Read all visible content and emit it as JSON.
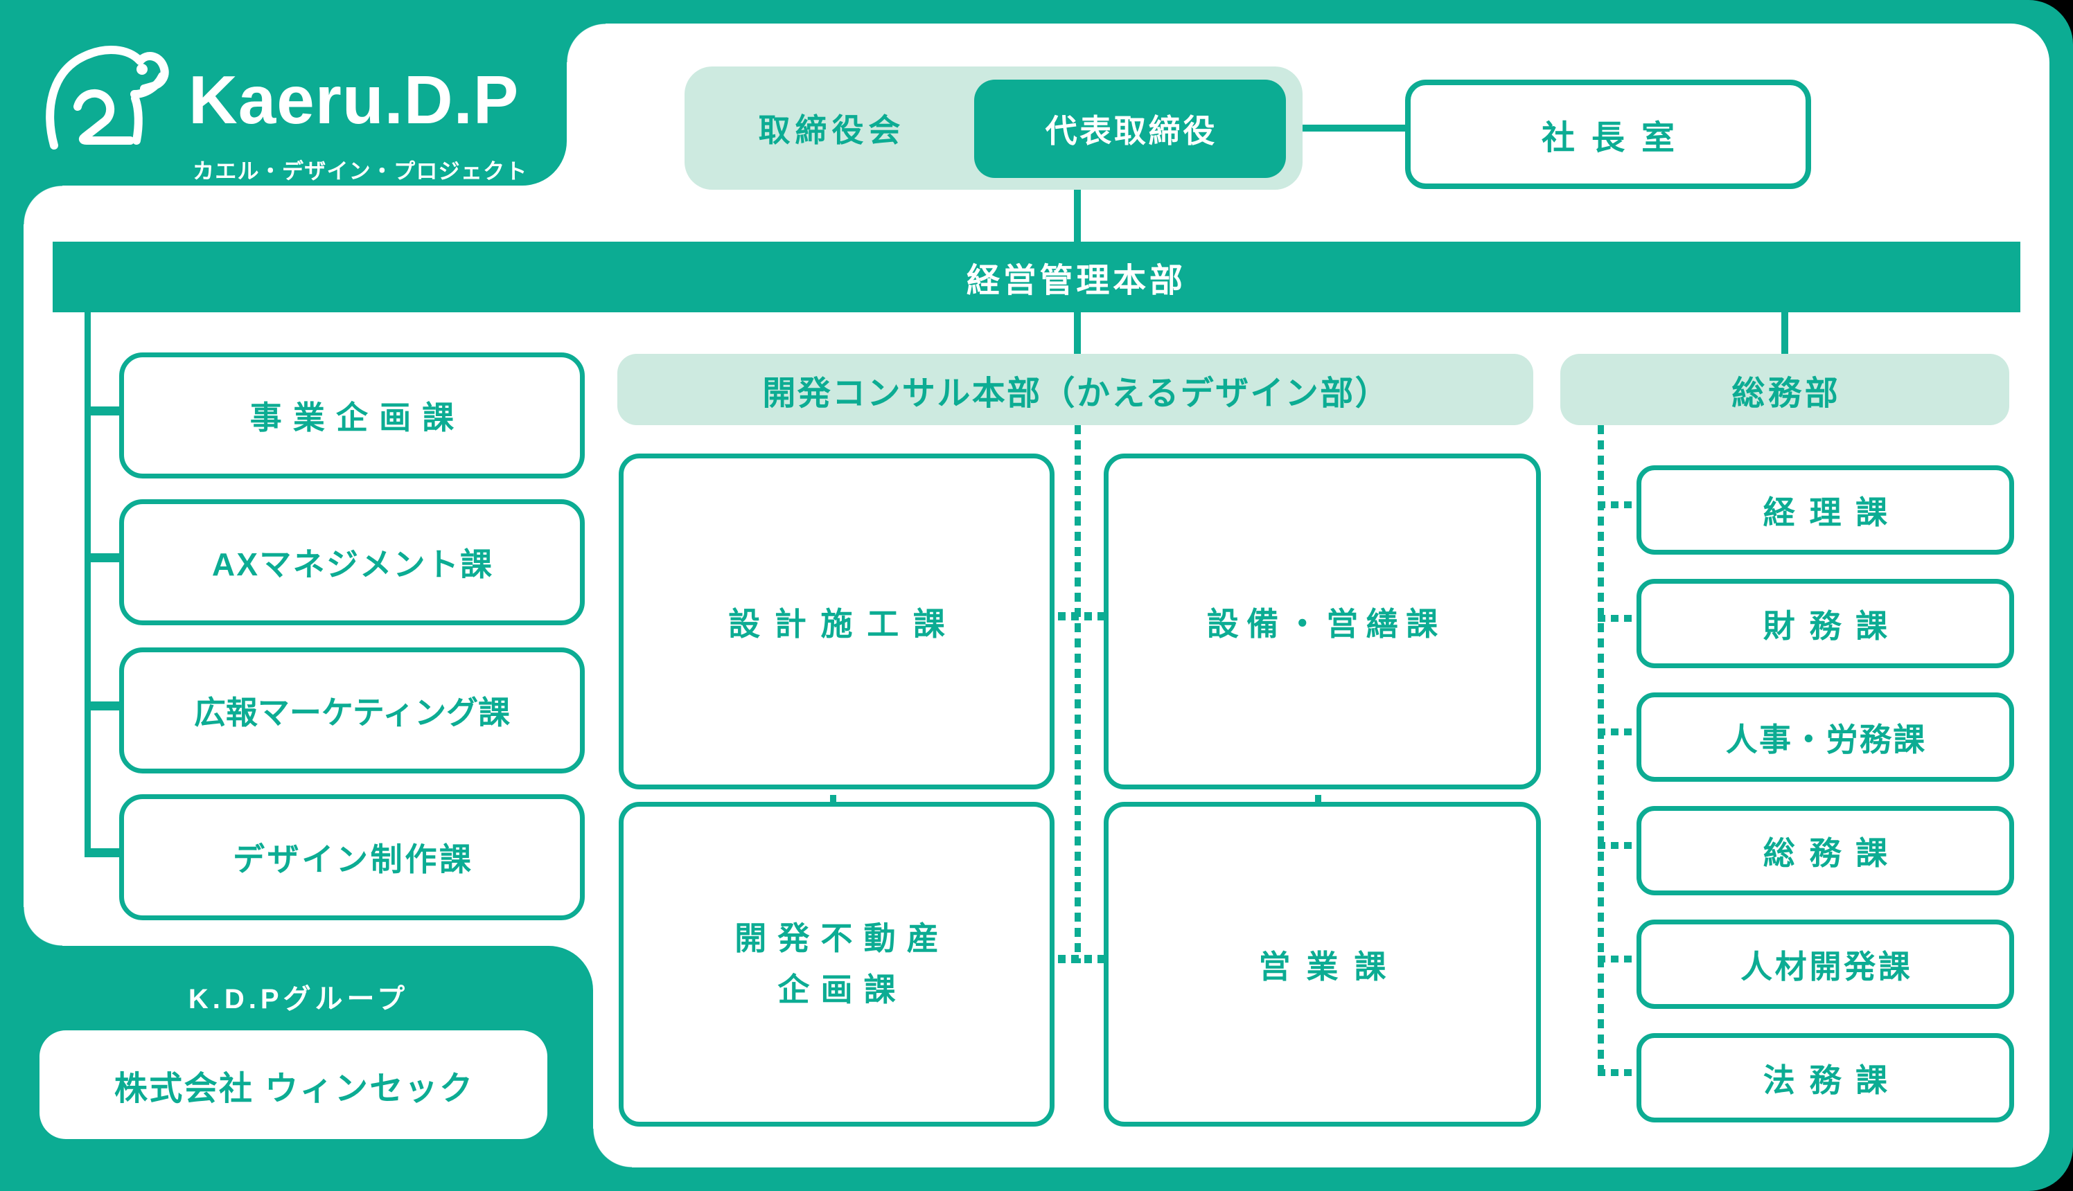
{
  "brand": {
    "title": "Kaeru.D.P",
    "subtitle": "カエル・デザイン・プロジェクト",
    "frog_icon": "frog-outline-icon"
  },
  "colors": {
    "teal": "#0CAC93",
    "light_mint": "#CDEAE0",
    "white": "#FFFFFF"
  },
  "executive": {
    "board": "取締役会",
    "representative_director": "代表取締役",
    "presidents_office": "社長室"
  },
  "management_hq": {
    "label": "経営管理本部",
    "departments": [
      "事業企画課",
      "AXマネジメント課",
      "広報マーケティング課",
      "デザイン制作課"
    ]
  },
  "dev_consulting_hq": {
    "label": "開発コンサル本部（かえるデザイン部）",
    "sections": [
      {
        "label": "設計施工課"
      },
      {
        "label": "設備・営繕課"
      },
      {
        "label": "開発不動産企画課",
        "line1": "開発不動産",
        "line2": "企画課"
      },
      {
        "label": "営業課"
      }
    ]
  },
  "general_affairs_dept": {
    "label": "総務部",
    "sections": [
      "経理課",
      "財務課",
      "人事・労務課",
      "総務課",
      "人材開発課",
      "法務課"
    ]
  },
  "group": {
    "label": "K.D.Pグループ",
    "company": "株式会社 ウィンセック"
  }
}
